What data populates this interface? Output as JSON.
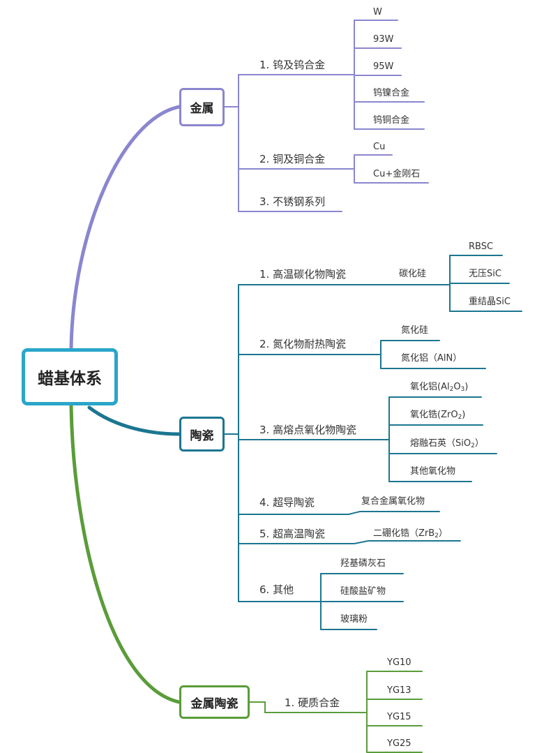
{
  "root": "蜡基体系",
  "colors": {
    "root": "#2aa6c9",
    "metal": "#8a86cf",
    "ceramic": "#1b7690",
    "cermet": "#5a9c3a"
  },
  "metal": {
    "label": "金属",
    "sub": [
      {
        "label": "1. 钨及钨合金",
        "items": [
          "W",
          "93W",
          "95W",
          "钨镍合金",
          "钨铜合金"
        ]
      },
      {
        "label": "2. 铜及铜合金",
        "items": [
          "Cu",
          "Cu+金刚石"
        ]
      },
      {
        "label": "3. 不锈钢系列",
        "items": []
      }
    ]
  },
  "ceramic": {
    "label": "陶瓷",
    "sub": [
      {
        "label": "1. 高温碳化物陶瓷",
        "mid": "碳化硅",
        "items": [
          "RBSC",
          "无压SiC",
          "重结晶SiC"
        ]
      },
      {
        "label": "2. 氮化物耐热陶瓷",
        "items": [
          "氮化硅",
          "氮化铝（AlN）"
        ]
      },
      {
        "label": "3. 高熔点氧化物陶瓷",
        "items": [
          "氧化铝(Al2O3)",
          "氧化锆(ZrO2)",
          "熔融石英（SiO2）",
          "其他氧化物"
        ]
      },
      {
        "label": "4. 超导陶瓷",
        "items": [
          "复合金属氧化物"
        ]
      },
      {
        "label": "5. 超高温陶瓷",
        "items": [
          "二硼化锆（ZrB2）"
        ]
      },
      {
        "label": "6.  其他",
        "items": [
          "羟基磷灰石",
          "硅酸盐矿物",
          "玻璃粉"
        ]
      }
    ]
  },
  "cermet": {
    "label": "金属陶瓷",
    "sub": [
      {
        "label": "1. 硬质合金",
        "items": [
          "YG10",
          "YG13",
          "YG15",
          "YG25"
        ]
      }
    ]
  }
}
